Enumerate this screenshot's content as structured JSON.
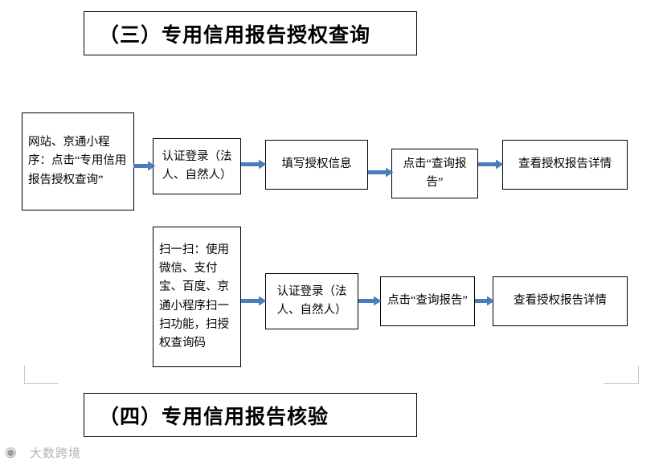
{
  "page": {
    "background": "#ffffff",
    "arrow_color": "#4a7ebb",
    "border_color": "#000000"
  },
  "titles": {
    "section_three": "（三）专用信用报告授权查询",
    "section_four": "（四）专用信用报告核验"
  },
  "flow_row1": {
    "nodes": [
      {
        "id": "n1",
        "label": "网站、京通小程序：点击“专用信用报告授权查询”"
      },
      {
        "id": "n2",
        "label": "认证登录（法人、自然人）"
      },
      {
        "id": "n3",
        "label": "填写授权信息"
      },
      {
        "id": "n4",
        "label": "点击“查询报告”"
      },
      {
        "id": "n5",
        "label": "查看授权报告详情"
      }
    ],
    "arrows": [
      "arrow-1",
      "arrow-2",
      "arrow-3",
      "arrow-4"
    ]
  },
  "flow_row2": {
    "nodes": [
      {
        "id": "m1",
        "label": "扫一扫：使用微信、支付宝、百度、京通小程序扫一扫功能，扫授权查询码"
      },
      {
        "id": "m2",
        "label": "认证登录（法人、自然人）"
      },
      {
        "id": "m3",
        "label": "点击“查询报告”"
      },
      {
        "id": "m4",
        "label": "查看授权报告详情"
      }
    ],
    "arrows": [
      "arrow-5",
      "arrow-6",
      "arrow-7"
    ]
  },
  "watermark": {
    "icon": "camera-icon",
    "text": "大数跨境"
  }
}
